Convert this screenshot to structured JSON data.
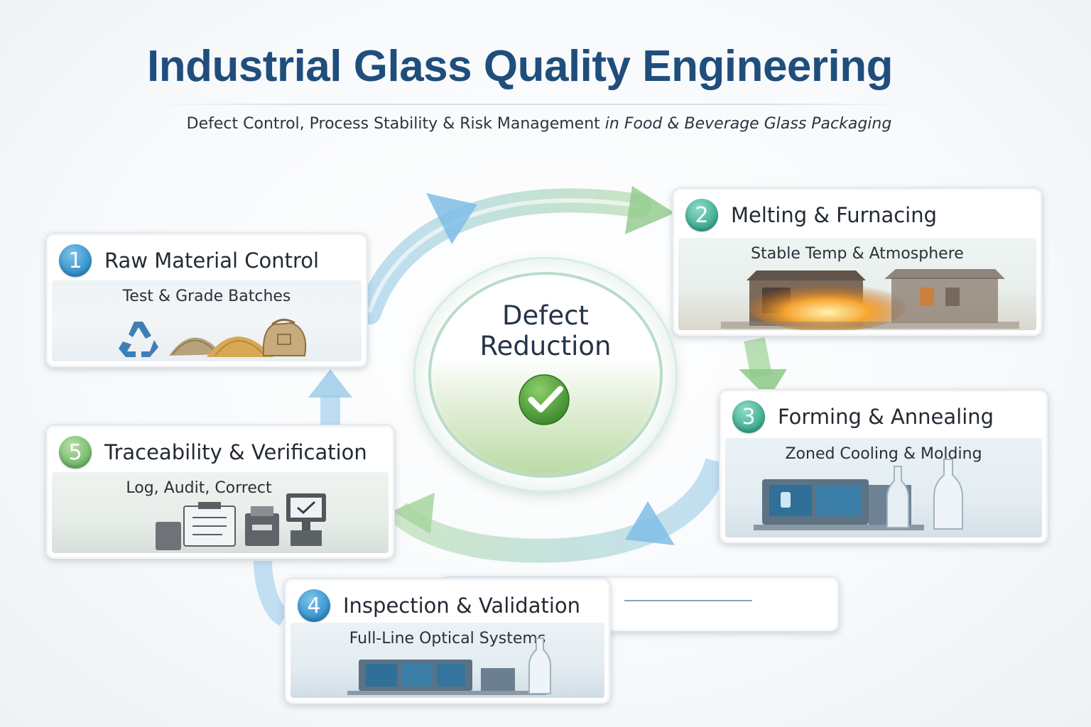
{
  "header": {
    "title": "Industrial Glass Quality Engineering",
    "subtitle_main": "Defect Control, Process Stability & Risk Management",
    "subtitle_tail": "in Food & Beverage Glass Packaging"
  },
  "center": {
    "line1": "Defect",
    "line2": "Reduction",
    "icon": "checkmark-icon"
  },
  "steps": [
    {
      "number": "1",
      "title": "Raw Material Control",
      "subtitle": "Test & Grade Batches",
      "icons": [
        "recycle-icon",
        "sand-pile-icon",
        "sack-icon"
      ]
    },
    {
      "number": "2",
      "title": "Melting & Furnacing",
      "subtitle": "Stable Temp & Atmosphere",
      "icons": [
        "furnace-icon"
      ]
    },
    {
      "number": "3",
      "title": "Forming & Annealing",
      "subtitle": "Zoned Cooling & Molding",
      "icons": [
        "forming-machine-icon",
        "bottle-icon"
      ]
    },
    {
      "number": "4",
      "title": "Inspection & Validation",
      "subtitle": "Full-Line Optical Systems",
      "icons": [
        "inspection-machine-icon",
        "bottle-icon"
      ]
    },
    {
      "number": "5",
      "title": "Traceability & Verification",
      "subtitle": "Log, Audit, Correct",
      "icons": [
        "clipboard-icon",
        "printer-icon",
        "monitor-check-icon"
      ]
    }
  ],
  "colors": {
    "title": "#1f4e7c",
    "accent_blue": "#2f8fcb",
    "accent_teal": "#3aa98e",
    "accent_green": "#6fb86a",
    "arrow_blue": "#a9d3ee",
    "arrow_green": "#a8d7a1"
  }
}
